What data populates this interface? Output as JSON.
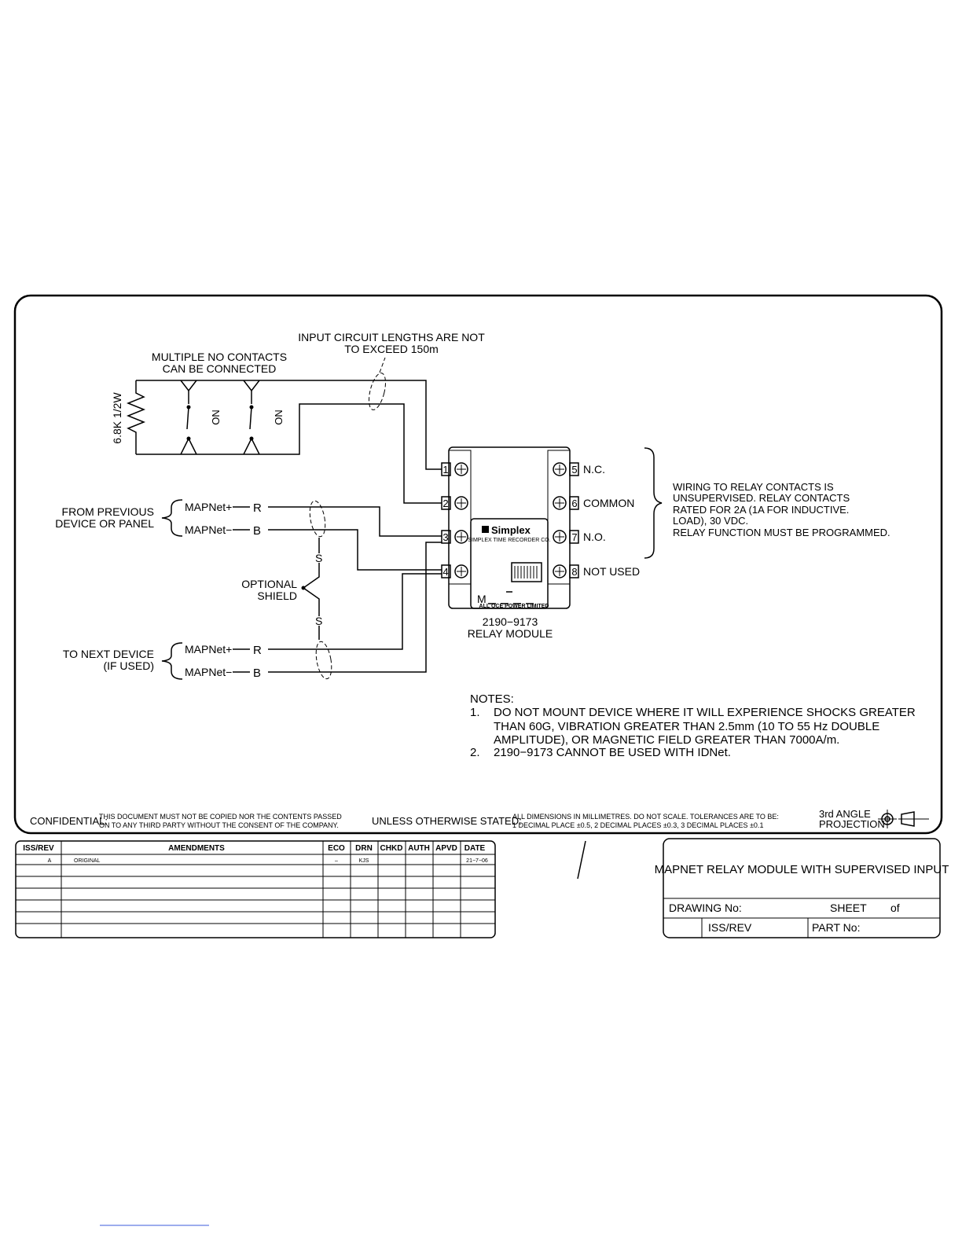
{
  "annotations": {
    "input_length_line1": "INPUT CIRCUIT LENGTHS ARE NOT",
    "input_length_line2": "TO EXCEED 150m",
    "multiple_no_line1": "MULTIPLE NO CONTACTS",
    "multiple_no_line2": "CAN BE CONNECTED",
    "resistor": "6.8K 1/2W",
    "no_label": "NO",
    "from_prev_line1": "FROM PREVIOUS",
    "from_prev_line2": "DEVICE OR PANEL",
    "to_next_line1": "TO NEXT DEVICE",
    "to_next_line2": "(IF USED)",
    "mapnet_plus": "MAPNet+",
    "mapnet_minus": "MAPNet−",
    "r": "R",
    "b": "B",
    "s": "S",
    "optional_line1": "OPTIONAL",
    "optional_line2": "SHIELD"
  },
  "module": {
    "brand": "Simplex",
    "brand_sub": "SIMPLEX TIME RECORDER CO.",
    "model_prefix": "M",
    "footer": "ALL OCE POWER LIMITED",
    "part_number": "2190−9173",
    "name": "RELAY MODULE",
    "terminals_left": [
      "1",
      "2",
      "3",
      "4"
    ],
    "terminals_right": [
      "5",
      "6",
      "7",
      "8"
    ],
    "right_labels": [
      "N.C.",
      "COMMON",
      "N.O.",
      "NOT USED"
    ]
  },
  "wiring_note": [
    "WIRING TO RELAY CONTACTS IS",
    "UNSUPERVISED. RELAY CONTACTS",
    "RATED FOR 2A (1A FOR INDUCTIVE.",
    "LOAD), 30 VDC.",
    "RELAY FUNCTION MUST BE PROGRAMMED."
  ],
  "notes": {
    "heading": "NOTES:",
    "n1_num": "1.",
    "n1_l1": "DO NOT MOUNT DEVICE WHERE IT WILL EXPERIENCE SHOCKS GREATER",
    "n1_l2": "THAN 60G, VIBRATION GREATER THAN 2.5mm (10 TO 55 Hz DOUBLE",
    "n1_l3": "AMPLITUDE), OR MAGNETIC FIELD GREATER THAN 7000A/m.",
    "n2_num": "2.",
    "n2_l1": "2190−9173 CANNOT BE USED WITH IDNet."
  },
  "footer_strip": {
    "confidential": "CONFIDENTIAL:",
    "conf_l1": "THIS DOCUMENT MUST NOT BE COPIED NOR THE CONTENTS PASSED",
    "conf_l2": "ON TO ANY THIRD PARTY WITHOUT THE CONSENT OF THE COMPANY.",
    "unless": "UNLESS OTHERWISE STATED:",
    "dims_l1": "ALL DIMENSIONS IN MILLIMETRES. DO NOT SCALE. TOLERANCES ARE TO BE:",
    "dims_l2": "1 DECIMAL PLACE ±0.5, 2 DECIMAL PLACES ±0.3, 3 DECIMAL PLACES ±0.1",
    "proj_l1": "3rd ANGLE",
    "proj_l2": "PROJECTION"
  },
  "revision_table": {
    "headers": [
      "ISS/REV",
      "AMENDMENTS",
      "ECO",
      "DRN",
      "CHKD",
      "AUTH",
      "APVD",
      "DATE"
    ],
    "rows": [
      [
        "A",
        "ORIGINAL",
        "–",
        "KJS",
        "",
        "",
        "",
        "21−7−06"
      ]
    ]
  },
  "title_block": {
    "title": "MAPNET RELAY MODULE WITH SUPERVISED INPUT",
    "drawing_no": "DRAWING No:",
    "sheet": "SHEET",
    "of": "of",
    "iss_rev": "ISS/REV",
    "part_no": "PART No:"
  }
}
